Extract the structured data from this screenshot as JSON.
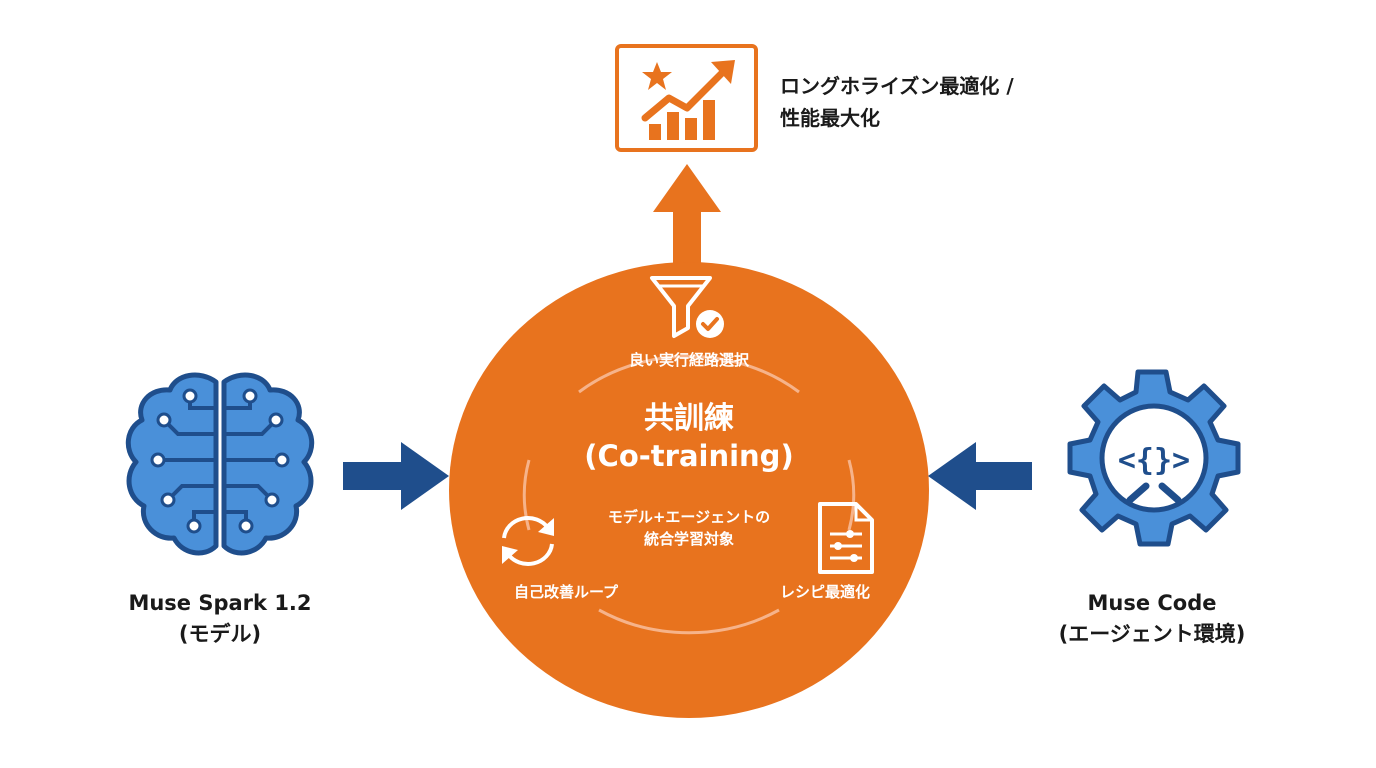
{
  "center": {
    "title": "共訓練",
    "subtitle": "(Co-training)",
    "description_line1": "モデル+エージェントの",
    "description_line2": "統合学習対象"
  },
  "features": {
    "top": "良い実行経路選択",
    "left": "自己改善ループ",
    "right": "レシピ最適化"
  },
  "left_node": {
    "name": "Muse Spark 1.2",
    "role": "(モデル)",
    "icon": "brain-circuit-icon"
  },
  "right_node": {
    "name": "Muse Code",
    "role": "(エージェント環境)",
    "icon": "gear-code-icon"
  },
  "goal": {
    "line1": "ロングホライズン最適化 /",
    "line2": "性能最大化",
    "icon": "chart-growth-star-icon"
  },
  "colors": {
    "orange": "#e8731e",
    "blue": "#4a90d9",
    "navy": "#1f4e8c",
    "text": "#1a1a1a"
  }
}
